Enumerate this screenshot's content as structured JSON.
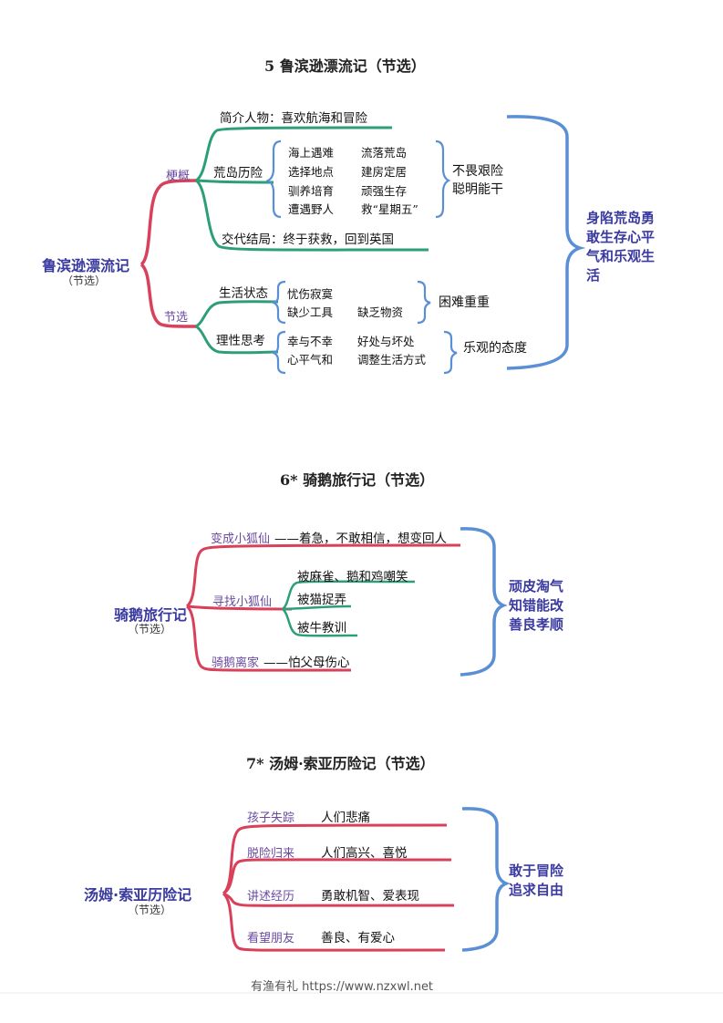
{
  "section5": {
    "title": "5  鲁滨逊漂流记（节选）",
    "root": "鲁滨逊漂流记",
    "root_sub": "（节选）",
    "branch_gengai": "梗概",
    "branch_jiexuan": "节选",
    "jianjie": "简介人物：喜欢航海和冒险",
    "huangdao": "荒岛历险",
    "items_left": [
      "海上遇难",
      "选择地点",
      "驯养培育",
      "遭遇野人"
    ],
    "items_right": [
      "流落荒岛",
      "建房定居",
      "顽强生存",
      "救“星期五”"
    ],
    "huangdao_summary": [
      "不畏艰险",
      "聪明能干"
    ],
    "jiaodai": "交代结局：终于获救，回到英国",
    "shenghuo": "生活状态",
    "shenghuo_left": [
      "忧伤寂寞",
      "缺少工具"
    ],
    "shenghuo_right": "缺乏物资",
    "shenghuo_summary": "困难重重",
    "lixing": "理性思考",
    "lixing_left": [
      "幸与不幸",
      "心平气和"
    ],
    "lixing_right": [
      "好处与坏处",
      "调整生活方式"
    ],
    "lixing_summary": "乐观的态度",
    "summary": "身陷荒岛勇敢生存心平气和乐观生活"
  },
  "section6": {
    "title": "6*  骑鹅旅行记（节选）",
    "root": "骑鹅旅行记",
    "root_sub": "（节选）",
    "b1_label": "变成小狐仙",
    "b1_text": "——着急，不敢相信，想变回人",
    "b2_label": "寻找小狐仙",
    "b2_items": [
      "被麻雀、鹅和鸡嘲笑",
      "被猫捉弄",
      "被牛教训"
    ],
    "b3_label": "骑鹅离家",
    "b3_text": "——怕父母伤心",
    "summary": "顽皮淘气知错能改善良孝顺"
  },
  "section7": {
    "title": "7*  汤姆·索亚历险记（节选）",
    "root": "汤姆·索亚历险记",
    "root_sub": "（节选）",
    "branches": [
      {
        "label": "孩子失踪",
        "text": "人们悲痛"
      },
      {
        "label": "脱险归来",
        "text": "人们高兴、喜悦"
      },
      {
        "label": "讲述经历",
        "text": "勇敢机智、爱表现"
      },
      {
        "label": "看望朋友",
        "text": "善良、有爱心"
      }
    ],
    "summary": "敢于冒险追求自由"
  },
  "footer": "有渔有礼 https://www.nzxwl.net",
  "colors": {
    "red": "#d9405a",
    "green": "#2e9e78",
    "blue": "#5a8fd6",
    "purple": "#3a3aa0"
  }
}
